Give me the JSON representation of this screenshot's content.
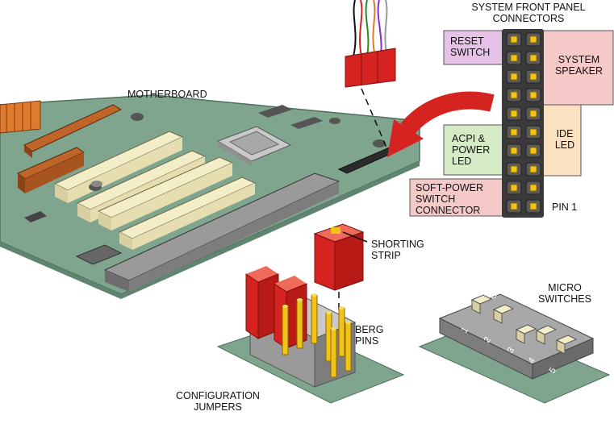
{
  "labels": {
    "front_panel_title_1": "SYSTEM FRONT PANEL",
    "front_panel_title_2": "CONNECTORS",
    "reset_1": "RESET",
    "reset_2": "SWITCH",
    "speaker_1": "SYSTEM",
    "speaker_2": "SPEAKER",
    "acpi_1": "ACPI &",
    "acpi_2": "POWER",
    "acpi_3": "LED",
    "ide_1": "IDE",
    "ide_2": "LED",
    "soft_1": "SOFT-POWER",
    "soft_2": "SWITCH",
    "soft_3": "CONNECTOR",
    "pin1": "PIN 1",
    "motherboard": "MOTHERBOARD",
    "shorting_1": "SHORTING",
    "shorting_2": "STRIP",
    "berg_1": "BERG",
    "berg_2": "PINS",
    "config_1": "CONFIGURATION",
    "config_2": "JUMPERS",
    "micro_1": "MICRO",
    "micro_2": "SWITCHES",
    "dip_on": "ON",
    "dip_numbers": [
      "1",
      "2",
      "3",
      "4",
      "5"
    ]
  },
  "colors": {
    "board": "#7fa58f",
    "board_dark": "#5f8470",
    "reset_bg": "#e6c3e6",
    "speaker_bg": "#f6c9c9",
    "acpi_bg": "#d6ecc7",
    "ide_bg": "#fbe0c2",
    "soft_bg": "#f6c9c9",
    "pin_gold": "#f2c318",
    "jumper_red": "#d5231f",
    "arrow_red": "#d5231f",
    "slot_cream": "#f3edc8",
    "dip_body": "#8c8c8c"
  }
}
